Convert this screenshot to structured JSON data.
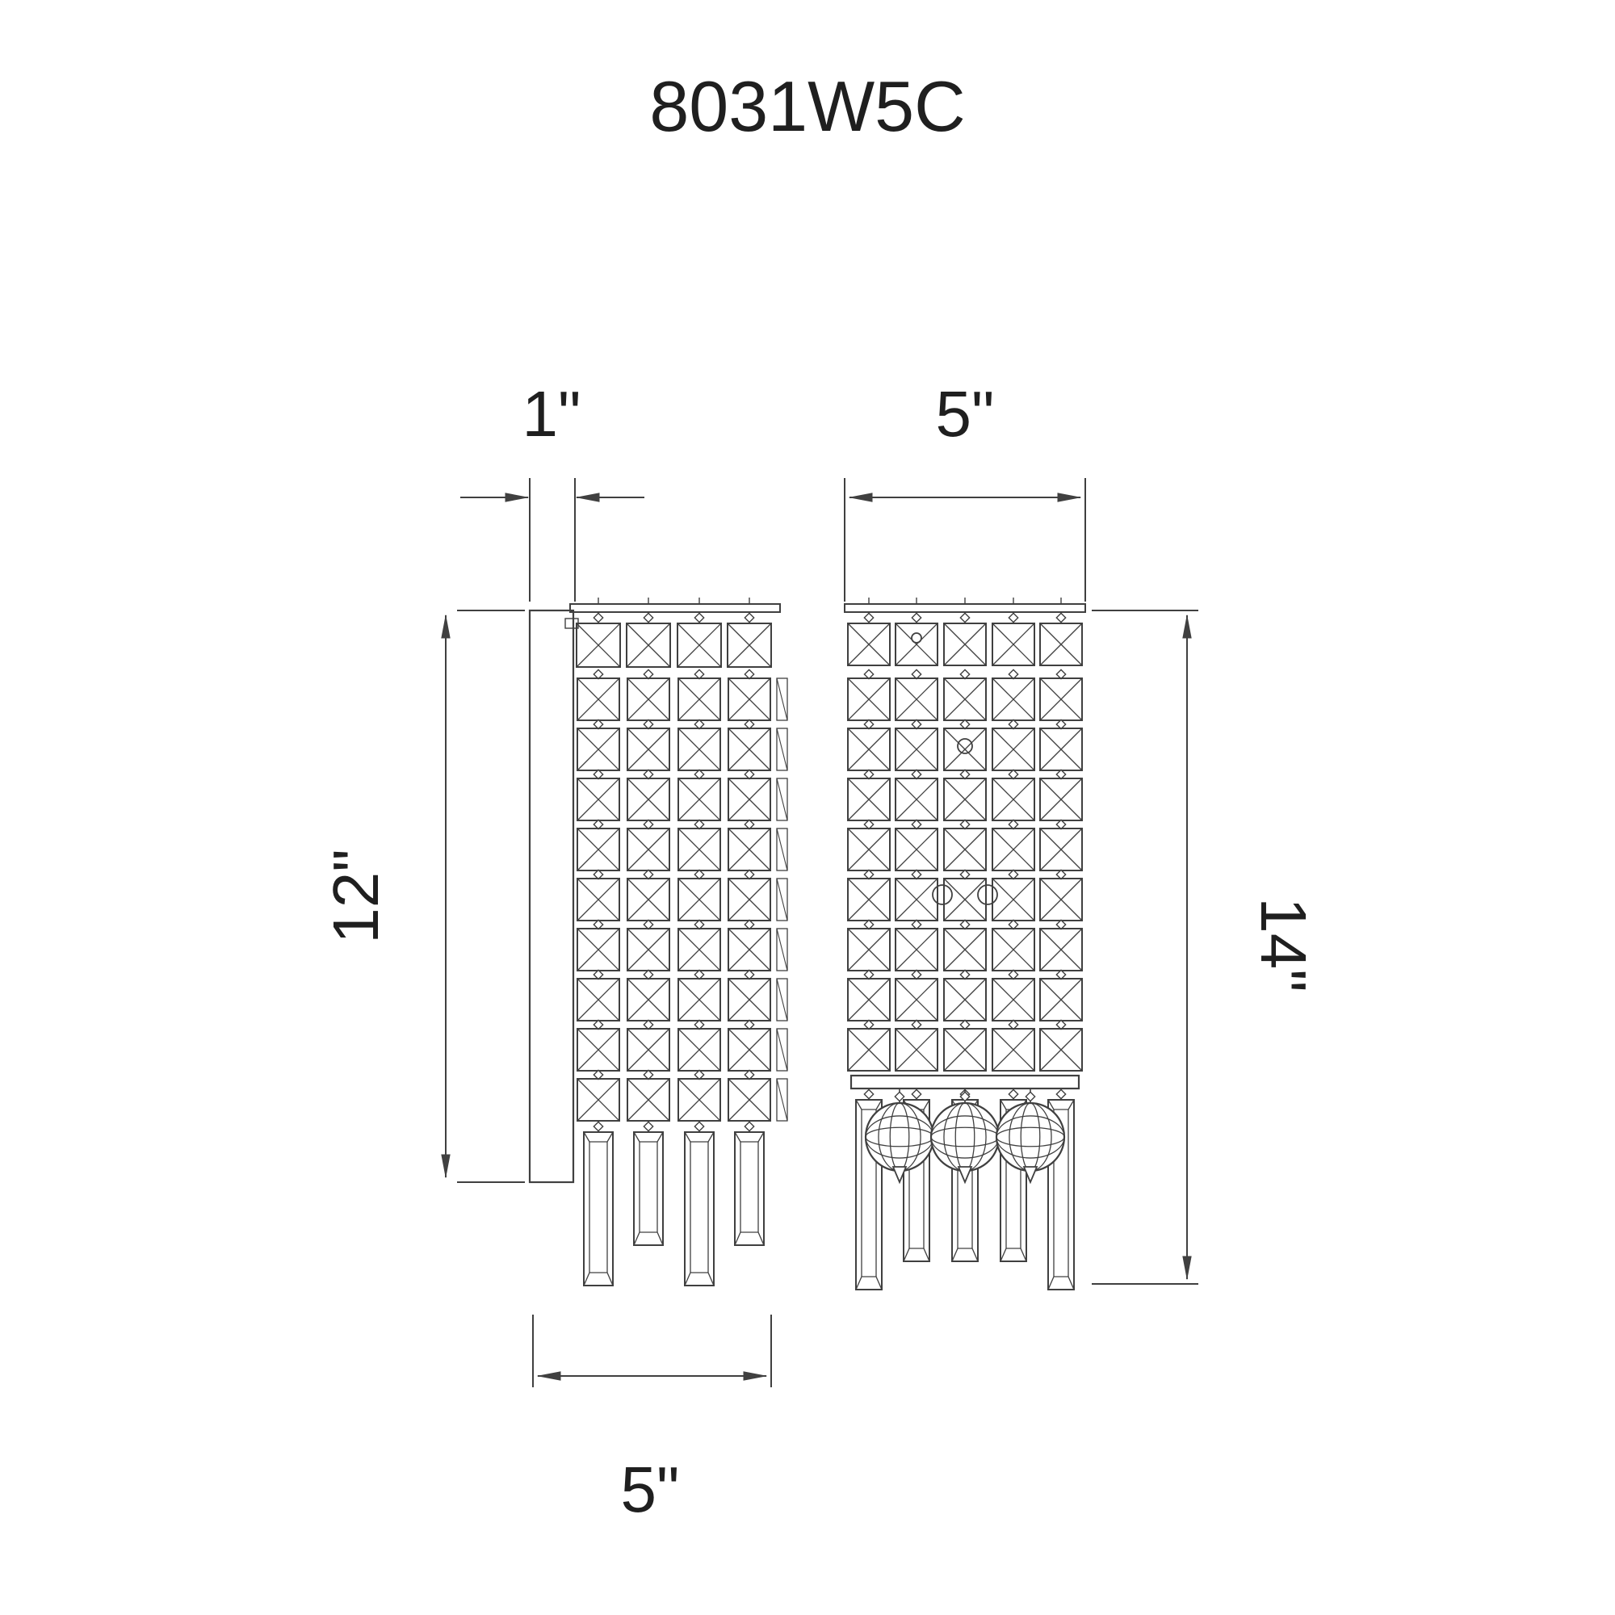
{
  "title": "8031W5C",
  "colors": {
    "line": "#404040",
    "text": "#1f1f1f",
    "background": "#ffffff"
  },
  "dimensions": {
    "plate_depth": {
      "label": "1\""
    },
    "front_width": {
      "label": "5\""
    },
    "side_height": {
      "label": "12\""
    },
    "overall_height": {
      "label": "14\""
    },
    "side_width": {
      "label": "5\""
    }
  }
}
